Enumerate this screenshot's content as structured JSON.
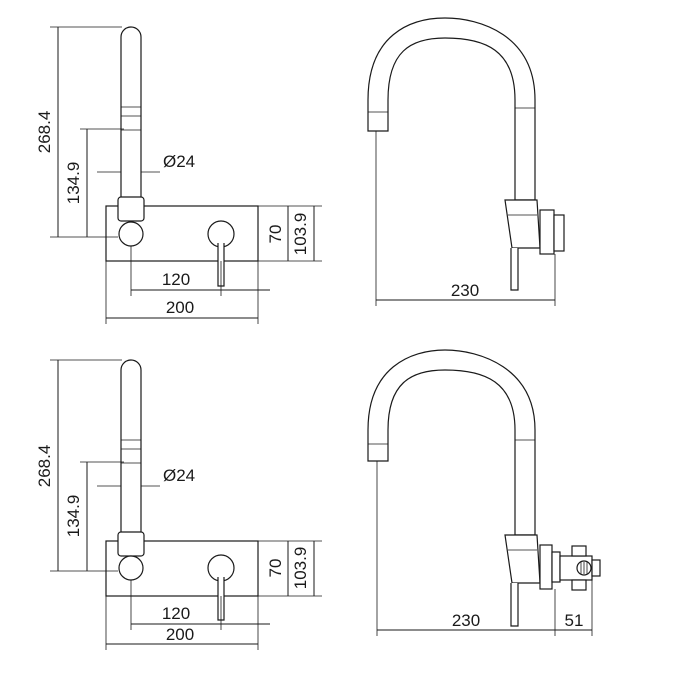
{
  "views": {
    "top_front": {
      "dim_height_total": "268.4",
      "dim_height_spout": "134.9",
      "dim_diameter": "Ø24",
      "dim_plate_70": "70",
      "dim_plate_103": "103.9",
      "dim_centres": "120",
      "dim_plate_width": "200"
    },
    "top_side": {
      "dim_reach": "230"
    },
    "bottom_front": {
      "dim_height_total": "268.4",
      "dim_height_spout": "134.9",
      "dim_diameter": "Ø24",
      "dim_plate_70": "70",
      "dim_plate_103": "103.9",
      "dim_centres": "120",
      "dim_plate_width": "200"
    },
    "bottom_side": {
      "dim_reach": "230",
      "dim_body": "51"
    }
  }
}
